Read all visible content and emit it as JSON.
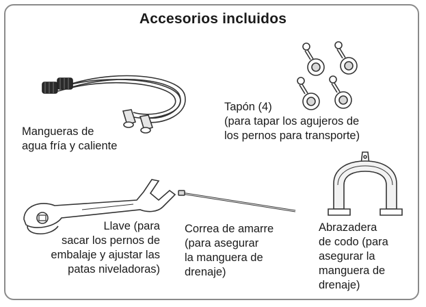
{
  "title": "Accesorios incluidos",
  "items": [
    {
      "icon": "water-hoses-icon",
      "label": "Mangueras de\nagua fría y caliente"
    },
    {
      "icon": "transport-plug-icon",
      "label": "Tapón (4)\n(para tapar los agujeros de\nlos pernos para transporte)"
    },
    {
      "icon": "wrench-icon",
      "label": "Llave (para\nsacar los pernos de\nembalaje y ajustar las\npatas niveladoras)"
    },
    {
      "icon": "cable-tie-icon",
      "label": "Correa de amarre\n(para asegurar\nla manguera de\ndrenaje)"
    },
    {
      "icon": "elbow-clamp-icon",
      "label": "Abrazadera\nde codo (para\nasegurar la\nmanguera de\ndrenaje)"
    }
  ]
}
